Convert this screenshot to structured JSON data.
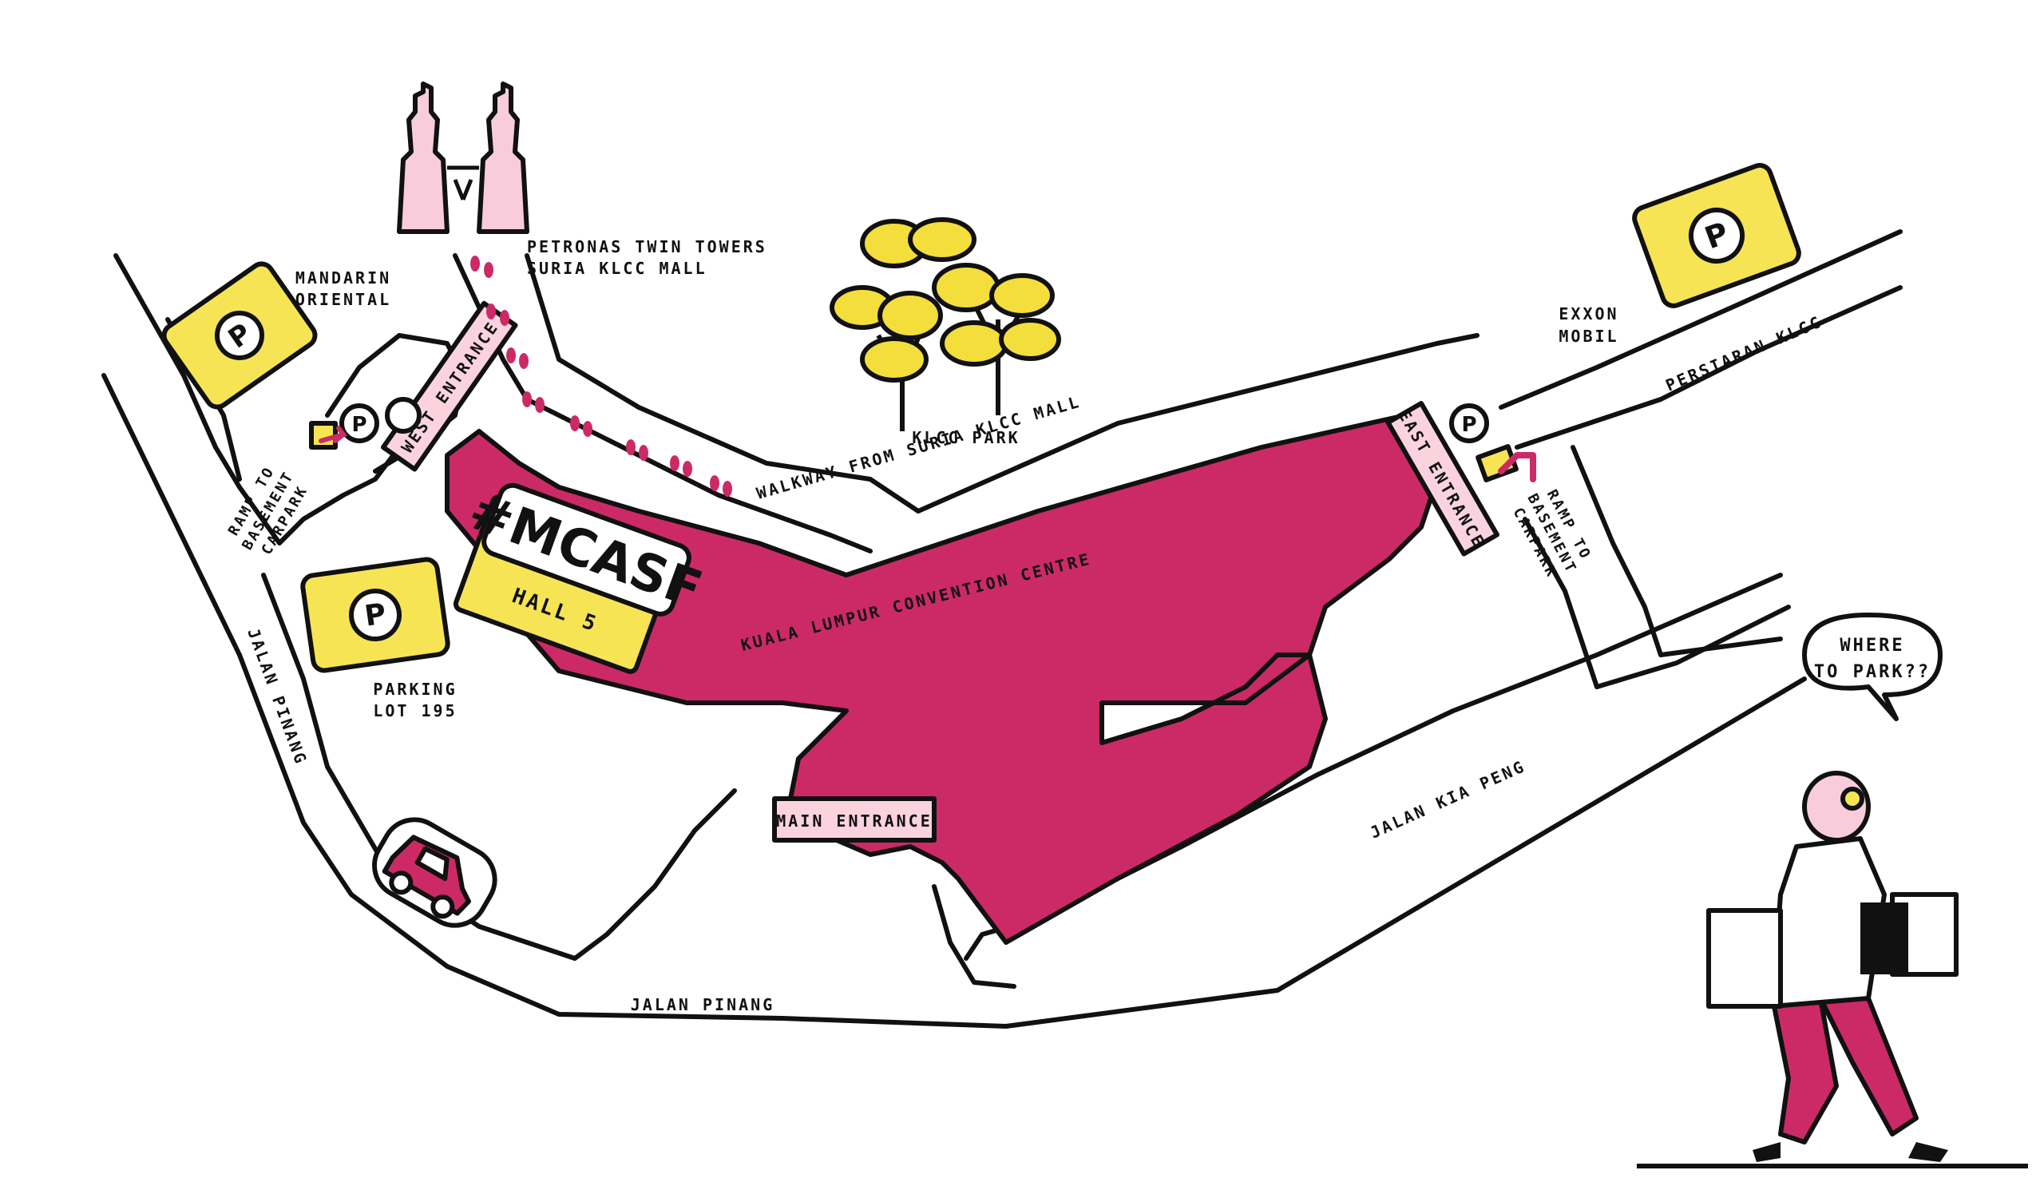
{
  "colors": {
    "building": "#CC2A66",
    "parking": "#F7E454",
    "entrance_tag": "#FAD3DF",
    "towers": "#F9CCDC",
    "tree": "#F3DE3C",
    "outline": "#111111",
    "background": "#FFFFFF"
  },
  "labels": {
    "mandarin_oriental": [
      "MANDARIN",
      "ORIENTAL"
    ],
    "petronas": [
      "PETRONAS TWIN TOWERS",
      "SURIA KLCC MALL"
    ],
    "klcc_park": "KLCC PARK",
    "exxon_mobil": [
      "EXXON",
      "MOBIL"
    ],
    "persiaran_klcc": "PERSIARAN KLCC",
    "ramp_west": [
      "RAMP TO",
      "BASEMENT",
      "CARPARK"
    ],
    "ramp_east": [
      "RAMP TO",
      "BASEMENT",
      "CARPARK"
    ],
    "walkway": "WALKWAY FROM SURIA KLCC MALL",
    "klcc_centre": "KUALA LUMPUR CONVENTION CENTRE",
    "jalan_pinang_side": "JALAN PINANG",
    "jalan_pinang_bottom": "JALAN PINANG",
    "jalan_kia_peng": "JALAN KIA PENG",
    "parking_lot": [
      "PARKING",
      "LOT 195"
    ],
    "west_entrance": "WEST ENTRANCE",
    "east_entrance": "EAST ENTRANCE",
    "main_entrance": "MAIN ENTRANCE",
    "event_name": "#MCASF",
    "event_hall": "HALL 5",
    "speech": [
      "WHERE",
      "TO PARK??"
    ],
    "parking_symbol": "P"
  },
  "icons": [
    "parking-icon",
    "petronas-towers-icon",
    "tree-icon",
    "footprints-icon",
    "car-icon",
    "ramp-arrow-icon",
    "shopper-character-icon"
  ]
}
